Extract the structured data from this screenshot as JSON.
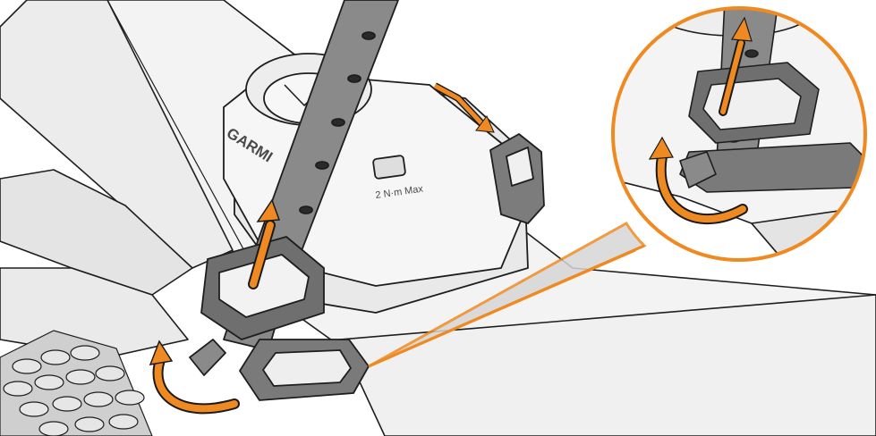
{
  "mount": {
    "brand_text": "GARMI",
    "torque_text": "2 N·m Max"
  },
  "colors": {
    "accent": "#ef8a22",
    "accent_dark": "#1a1a1a",
    "strap": "#7c7c7c",
    "strap_dark": "#5c5c5c",
    "line": "#1e1e1e",
    "surface": "#f1f1f1",
    "shadow": "#d3d3d3"
  },
  "callout": {
    "shape": "circle",
    "content": "detail-of-strap-loop"
  }
}
